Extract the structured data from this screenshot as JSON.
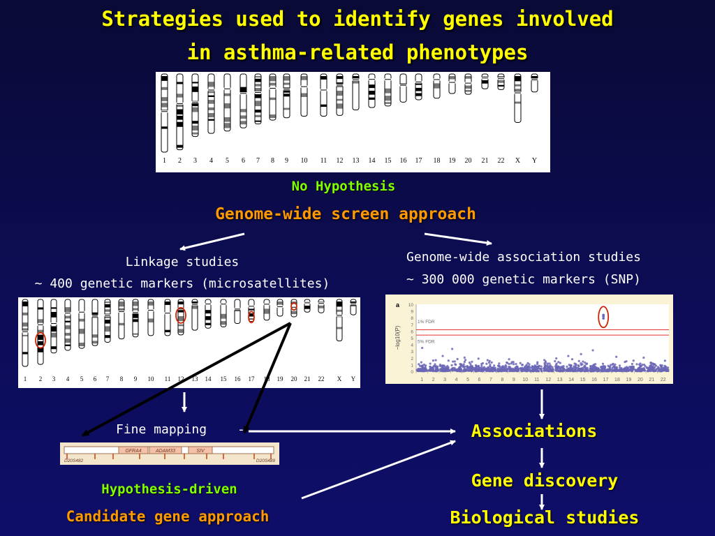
{
  "title": {
    "line1": "Strategies used to identify genes involved",
    "line2": "in asthma-related phenotypes"
  },
  "karyotype": {
    "labels": [
      "1",
      "2",
      "3",
      "4",
      "5",
      "6",
      "7",
      "8",
      "9",
      "10",
      "11",
      "12",
      "13",
      "14",
      "15",
      "16",
      "17",
      "18",
      "19",
      "20",
      "21",
      "22",
      "X",
      "Y"
    ]
  },
  "no_hypothesis": "No Hypothesis",
  "genome_wide": "Genome-wide screen approach",
  "linkage": {
    "line1": "Linkage studies",
    "line2": "~ 400 genetic markers (microsatellites)"
  },
  "gwas": {
    "line1": "Genome-wide association studies",
    "line2": "~ 300 000 genetic markers (SNP)"
  },
  "manhattan": {
    "panel_letter": "a",
    "y_ticks": [
      "10",
      "9",
      "8",
      "7",
      "6",
      "5",
      "4",
      "3",
      "2",
      "1",
      "0"
    ],
    "x_ticks": [
      "1",
      "2",
      "3",
      "4",
      "5",
      "6",
      "7",
      "8",
      "9",
      "10",
      "11",
      "12",
      "13",
      "14",
      "15",
      "16",
      "17",
      "18",
      "19",
      "20",
      "21",
      "22"
    ],
    "ylabel": "−log10(P)",
    "fdr1": "1% FDR",
    "fdr5": "5% FDR",
    "line_color": "#e03030",
    "dot_color": "#6a66b5",
    "peak_chromosome": "17"
  },
  "fine_mapping": {
    "label": "Fine mapping",
    "dash": "-",
    "genes": [
      "GFRA4",
      "ADAM33",
      "SIV"
    ],
    "left_marker": "D20S482",
    "right_marker": "D20S489"
  },
  "associations": "Associations",
  "gene_discovery": "Gene discovery",
  "biological_studies": "Biological studies",
  "hypothesis_driven": "Hypothesis-driven",
  "candidate_gene": "Candidate gene approach",
  "colors": {
    "title": "#ffff00",
    "green": "#7fff00",
    "orange": "#ff9900",
    "circle": "#cc2200"
  }
}
